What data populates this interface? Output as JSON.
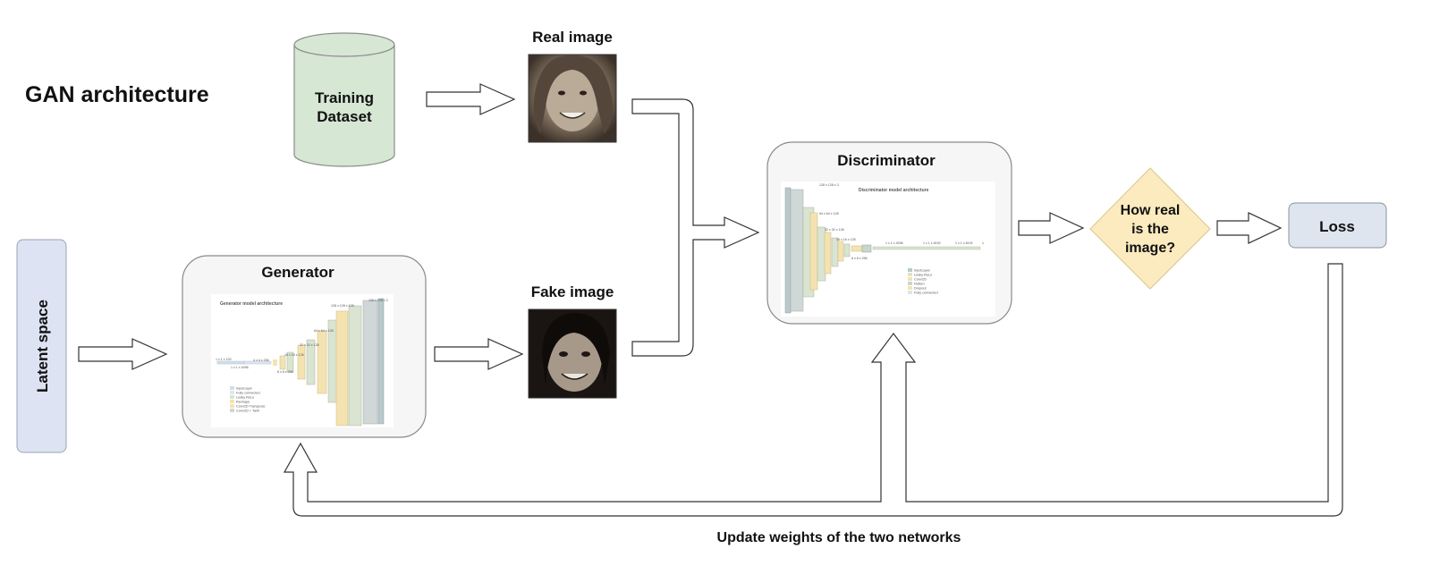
{
  "title": "GAN architecture",
  "dataset": {
    "line1": "Training",
    "line2": "Dataset"
  },
  "real_image": {
    "label": "Real image"
  },
  "fake_image": {
    "label": "Fake image"
  },
  "latent": {
    "label": "Latent space"
  },
  "generator": {
    "label": "Generator",
    "inner_title": "Generator model architecture",
    "dims": [
      "1 x 1 x 100",
      "1 x 1 x 4096",
      "4 x 4 x 256",
      "8 x 8 x 256",
      "16 x 16 x 128",
      "32 x 32 x 128",
      "64 x 64 x 128",
      "128 x 128 x 128",
      "128 x 128 x 3"
    ],
    "legend": [
      "InputLayer",
      "Fully connected",
      "Leaky ReLu",
      "Reshape",
      "Conv2D Transpose",
      "Conv2D + Tanh"
    ]
  },
  "discriminator": {
    "label": "Discriminator",
    "inner_title": "Discriminator model architecture",
    "dims": [
      "128 x 128 x 3",
      "64 x 64 x 128",
      "32 x 32 x 128",
      "16 x 16 x 128",
      "8 x 8 x 256",
      "1 x 1 x 4096",
      "1 x 1 x 8192",
      "1 x 1 x 8192",
      "1"
    ],
    "legend": [
      "InputLayer",
      "Leaky ReLu",
      "Conv2D",
      "Flatten",
      "Dropout",
      "Fully connected"
    ]
  },
  "decision": {
    "line1": "How real",
    "line2": "is the",
    "line3": "image?"
  },
  "loss": {
    "label": "Loss"
  },
  "feedback": {
    "label": "Update weights of the two networks"
  },
  "colors": {
    "dataset_fill": "#d6e7d4",
    "latent_fill": "#dde3f3",
    "decision_fill": "#fcebbf",
    "loss_fill": "#dfe5ee",
    "panel_fill": "#f6f6f6"
  }
}
